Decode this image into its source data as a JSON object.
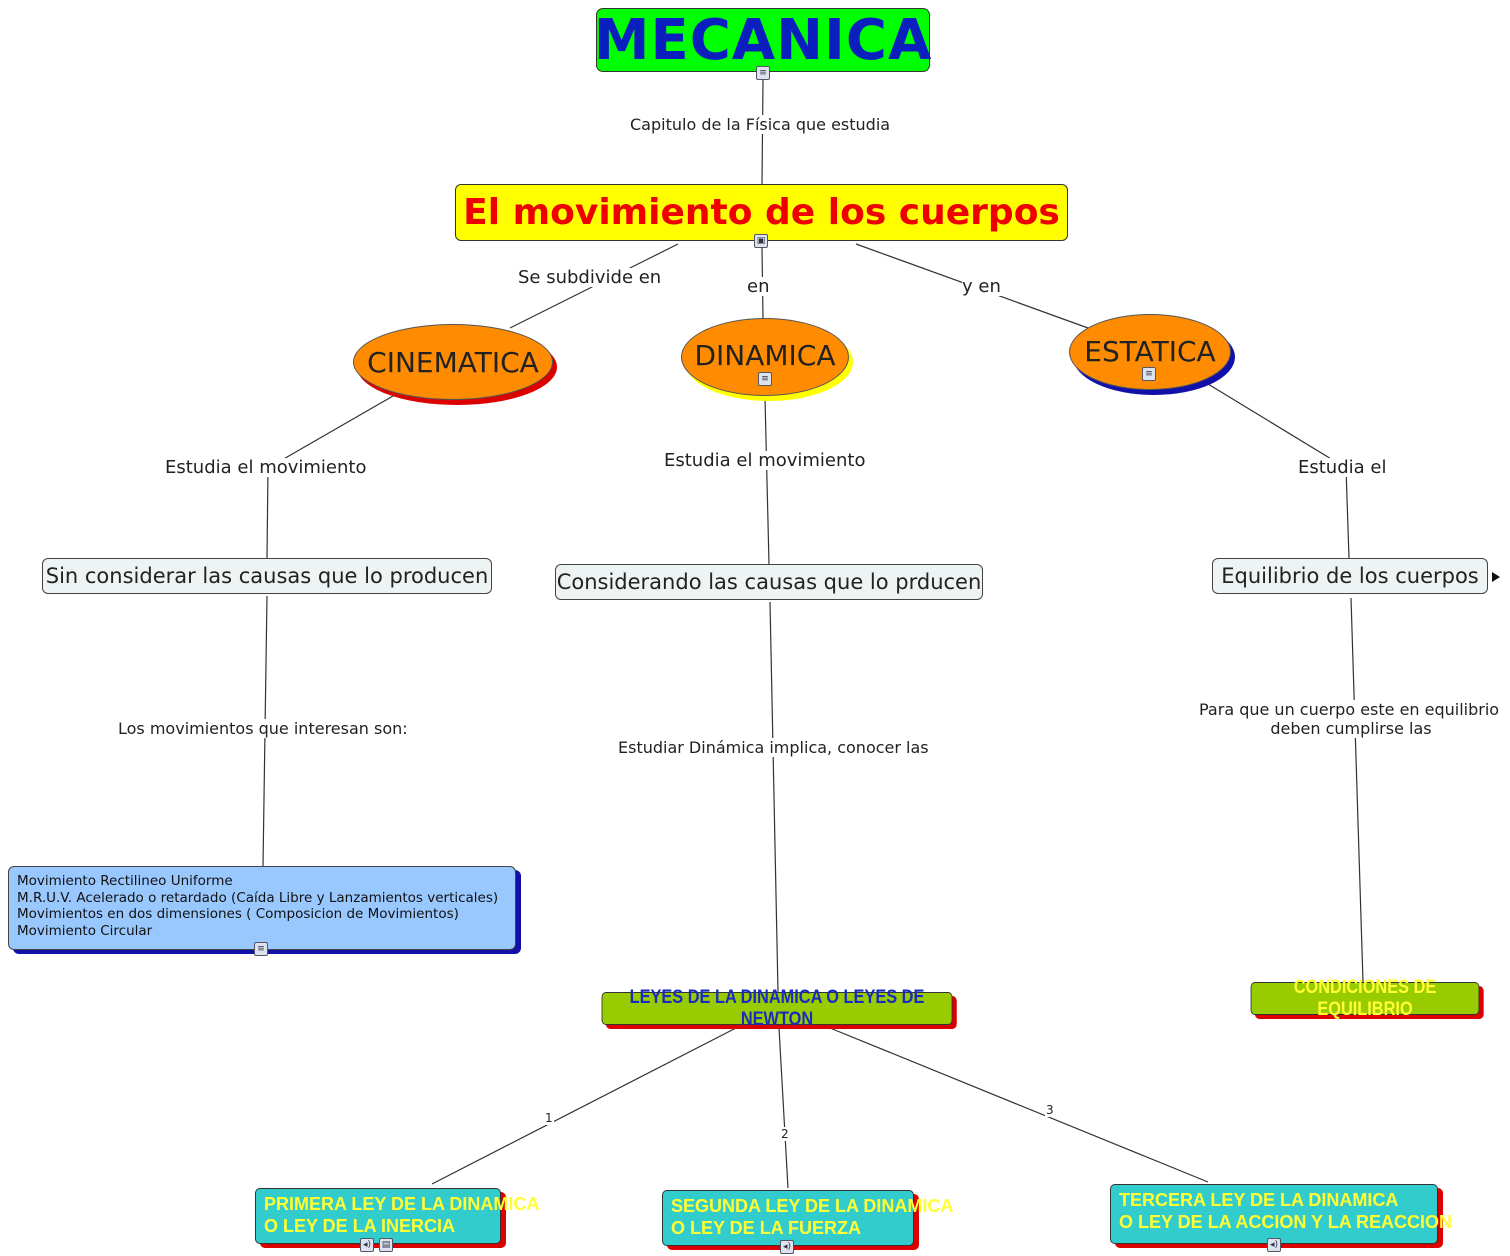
{
  "nodes": {
    "mecanica": "MECANICA",
    "movimiento": "El movimiento de los cuerpos",
    "cinematica": "CINEMATICA",
    "dinamica": "DINAMICA",
    "estatica": "ESTATICA",
    "sin_considerar": "Sin considerar las causas que lo producen",
    "considerando": "Considerando las causas que lo prducen",
    "equilibrio": "Equilibrio de los cuerpos",
    "movimientos_list": [
      "Movimiento Rectilineo Uniforme",
      "M.R.U.V. Acelerado o retardado (Caída Libre y Lanzamientos verticales)",
      "Movimientos en dos dimensiones ( Composicion de Movimientos)",
      "Movimiento Circular"
    ],
    "leyes": "LEYES DE LA DINAMICA  O  LEYES DE NEWTON",
    "condiciones": "CONDICIONES DE EQUILIBRIO",
    "ley1": [
      "PRIMERA LEY DE LA DINAMICA",
      "O LEY DE LA INERCIA"
    ],
    "ley2": [
      "SEGUNDA LEY DE LA DINAMICA",
      " O LEY DE LA FUERZA"
    ],
    "ley3": [
      "TERCERA LEY DE LA DINAMICA",
      "O LEY DE LA ACCION Y LA REACCION"
    ]
  },
  "links": {
    "capitulo": "Capitulo de la Física que estudia",
    "subdivide": "Se subdivide en",
    "en": "en",
    "y_en": "y en",
    "estudia_mov_1": "Estudia el movimiento",
    "estudia_mov_2": "Estudia el movimiento",
    "estudia_el": "Estudia el",
    "interesan": "Los movimientos que interesan son:",
    "implica": "Estudiar Dinámica implica, conocer las",
    "para_que_1": "Para que un cuerpo este en equilibrio",
    "para_que_2": "deben cumplirse las",
    "n1": "1",
    "n2": "2",
    "n3": "3"
  },
  "colors": {
    "mecanica_bg": "#00ff00",
    "mecanica_text": "#0b1fbf",
    "movimiento_bg": "#ffff00",
    "movimiento_text": "#ee0000",
    "ellipse_bg": "#ff8c00",
    "list_bg": "#99c8ff",
    "green_bg": "#99cc00",
    "cyan_bg": "#33cccc"
  }
}
